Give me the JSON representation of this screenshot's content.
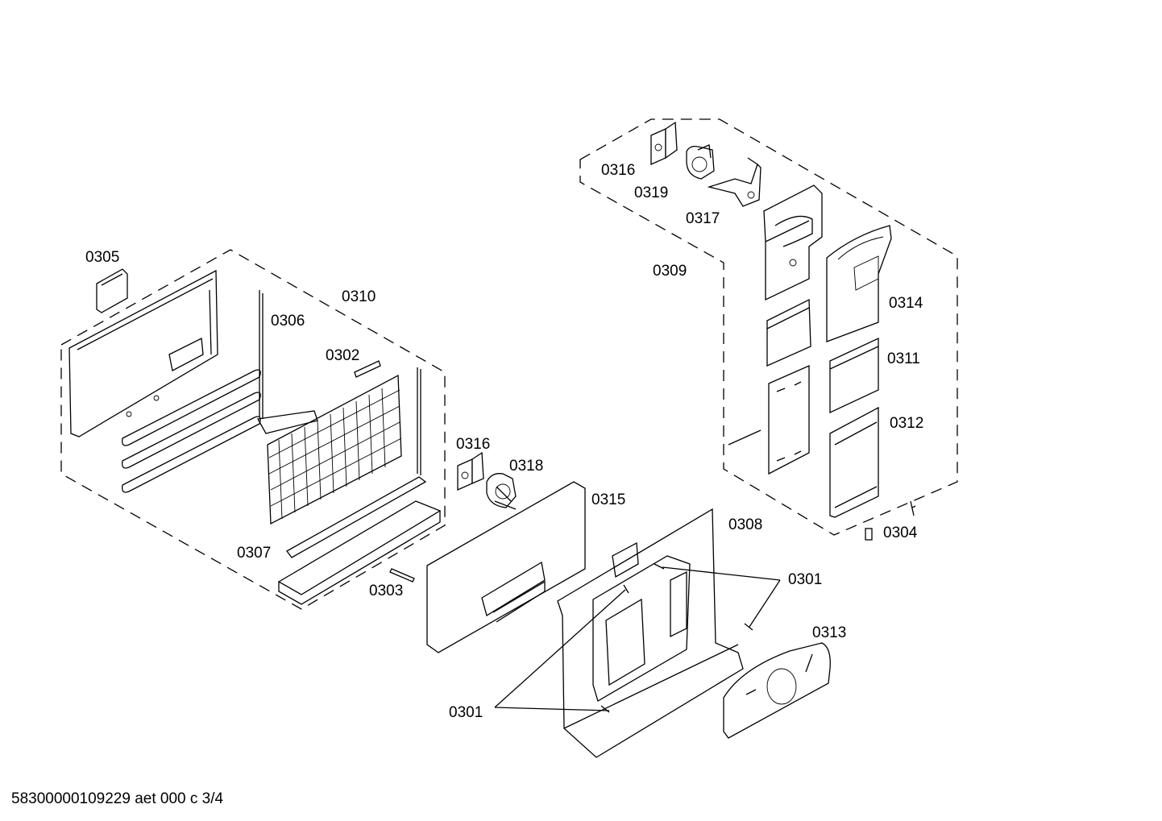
{
  "diagram": {
    "part_labels": [
      "0316",
      "0319",
      "0317",
      "0309",
      "0314",
      "0311",
      "0312",
      "0304",
      "0305",
      "0310",
      "0306",
      "0302",
      "0307",
      "0303",
      "0316",
      "0318",
      "0315",
      "0308",
      "0301",
      "0313",
      "0301"
    ],
    "footer_text": "58300000109229 aet 000 c 3/4"
  },
  "colors": {
    "line": "#000000",
    "background": "#ffffff"
  }
}
